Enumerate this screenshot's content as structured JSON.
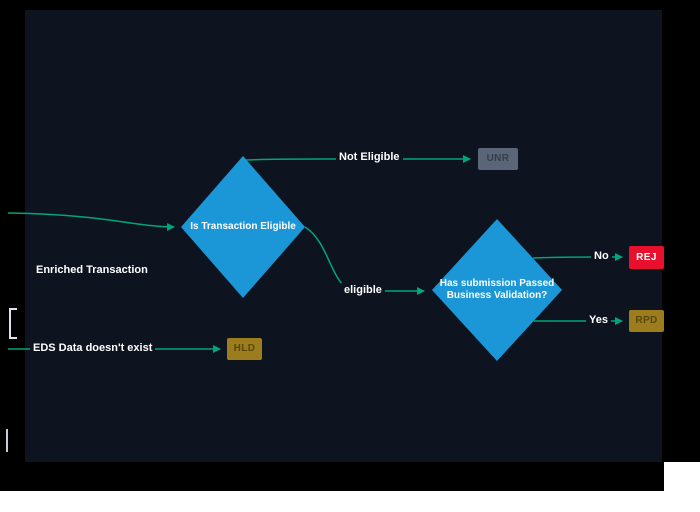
{
  "canvas": {
    "frame_bg": "#000000",
    "panel_bg": "#0d1420",
    "edge_color": "#00a578",
    "label_text_color": "#ffffff"
  },
  "nodes": {
    "decision_eligible": {
      "label": "Is Transaction Eligible",
      "fill": "#1b96d6",
      "text_color": "#ffffff"
    },
    "decision_validation": {
      "label": "Has submission Passed Business Validation?",
      "fill": "#1b96d6",
      "text_color": "#ffffff"
    },
    "unr": {
      "label": "UNR",
      "fill": "#5a6577",
      "text_color": "#353e4d"
    },
    "rej": {
      "label": "REJ",
      "fill": "#e8102d",
      "text_color": "#ffffff"
    },
    "rpd": {
      "label": "RPD",
      "fill": "#9c7d1d",
      "text_color": "#5a470c"
    },
    "hld": {
      "label": "HLD",
      "fill": "#9c7d1d",
      "text_color": "#5a470c"
    }
  },
  "edge_labels": {
    "enriched_transaction": "Enriched Transaction",
    "not_eligible": "Not Eligible",
    "eligible": "eligible",
    "no": "No",
    "yes": "Yes",
    "eds_missing": "EDS Data doesn't exist"
  }
}
